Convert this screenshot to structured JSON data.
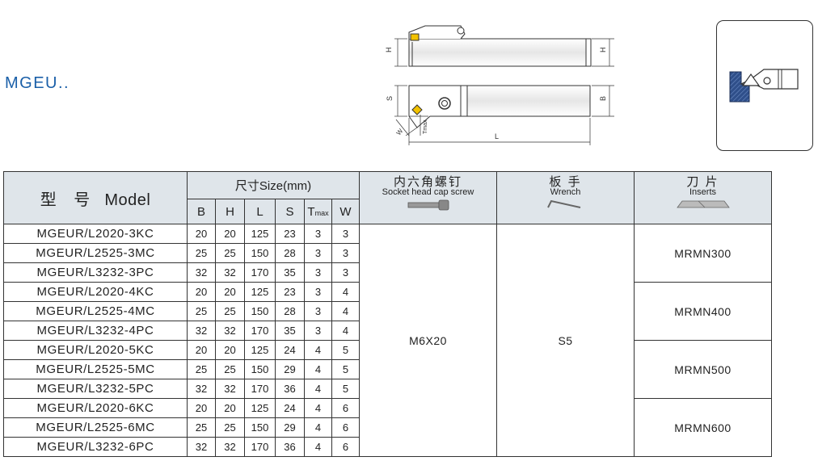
{
  "title": "MGEU..",
  "drawing": {
    "labels": {
      "h": "H",
      "h_side": "H",
      "s": "S",
      "b": "B",
      "l": "L",
      "w": "W",
      "tmax": "Tmax"
    }
  },
  "table": {
    "model_header_cn": "型 号",
    "model_header_en": "Model",
    "size_header": "尺寸Size(mm)",
    "size_cols": {
      "b": "B",
      "h": "H",
      "l": "L",
      "s": "S",
      "t": "T",
      "t_sub": "max",
      "w": "W"
    },
    "screw_header_cn": "内六角螺钉",
    "screw_header_en": "Socket head cap screw",
    "wrench_header_cn": "板 手",
    "wrench_header_en": "Wrench",
    "insert_header_cn": "刀 片",
    "insert_header_en": "Inserts",
    "screw_value": "M6X20",
    "wrench_value": "S5",
    "rows": [
      {
        "model": "MGEUR/L2020-3KC",
        "b": "20",
        "h": "20",
        "l": "125",
        "s": "23",
        "t": "3",
        "w": "3"
      },
      {
        "model": "MGEUR/L2525-3MC",
        "b": "25",
        "h": "25",
        "l": "150",
        "s": "28",
        "t": "3",
        "w": "3"
      },
      {
        "model": "MGEUR/L3232-3PC",
        "b": "32",
        "h": "32",
        "l": "170",
        "s": "35",
        "t": "3",
        "w": "3"
      },
      {
        "model": "MGEUR/L2020-4KC",
        "b": "20",
        "h": "20",
        "l": "125",
        "s": "23",
        "t": "3",
        "w": "4"
      },
      {
        "model": "MGEUR/L2525-4MC",
        "b": "25",
        "h": "25",
        "l": "150",
        "s": "28",
        "t": "3",
        "w": "4"
      },
      {
        "model": "MGEUR/L3232-4PC",
        "b": "32",
        "h": "32",
        "l": "170",
        "s": "35",
        "t": "3",
        "w": "4"
      },
      {
        "model": "MGEUR/L2020-5KC",
        "b": "20",
        "h": "20",
        "l": "125",
        "s": "24",
        "t": "4",
        "w": "5"
      },
      {
        "model": "MGEUR/L2525-5MC",
        "b": "25",
        "h": "25",
        "l": "150",
        "s": "29",
        "t": "4",
        "w": "5"
      },
      {
        "model": "MGEUR/L3232-5PC",
        "b": "32",
        "h": "32",
        "l": "170",
        "s": "36",
        "t": "4",
        "w": "5"
      },
      {
        "model": "MGEUR/L2020-6KC",
        "b": "20",
        "h": "20",
        "l": "125",
        "s": "24",
        "t": "4",
        "w": "6"
      },
      {
        "model": "MGEUR/L2525-6MC",
        "b": "25",
        "h": "25",
        "l": "150",
        "s": "29",
        "t": "4",
        "w": "6"
      },
      {
        "model": "MGEUR/L3232-6PC",
        "b": "32",
        "h": "32",
        "l": "170",
        "s": "36",
        "t": "4",
        "w": "6"
      }
    ],
    "inserts": [
      "MRMN300",
      "MRMN400",
      "MRMN500",
      "MRMN600"
    ]
  },
  "colors": {
    "title": "#1a5fa8",
    "header_bg": "#dfe5ea",
    "insert_tip": "#f2c200",
    "workpiece": "#2f4f8a"
  }
}
